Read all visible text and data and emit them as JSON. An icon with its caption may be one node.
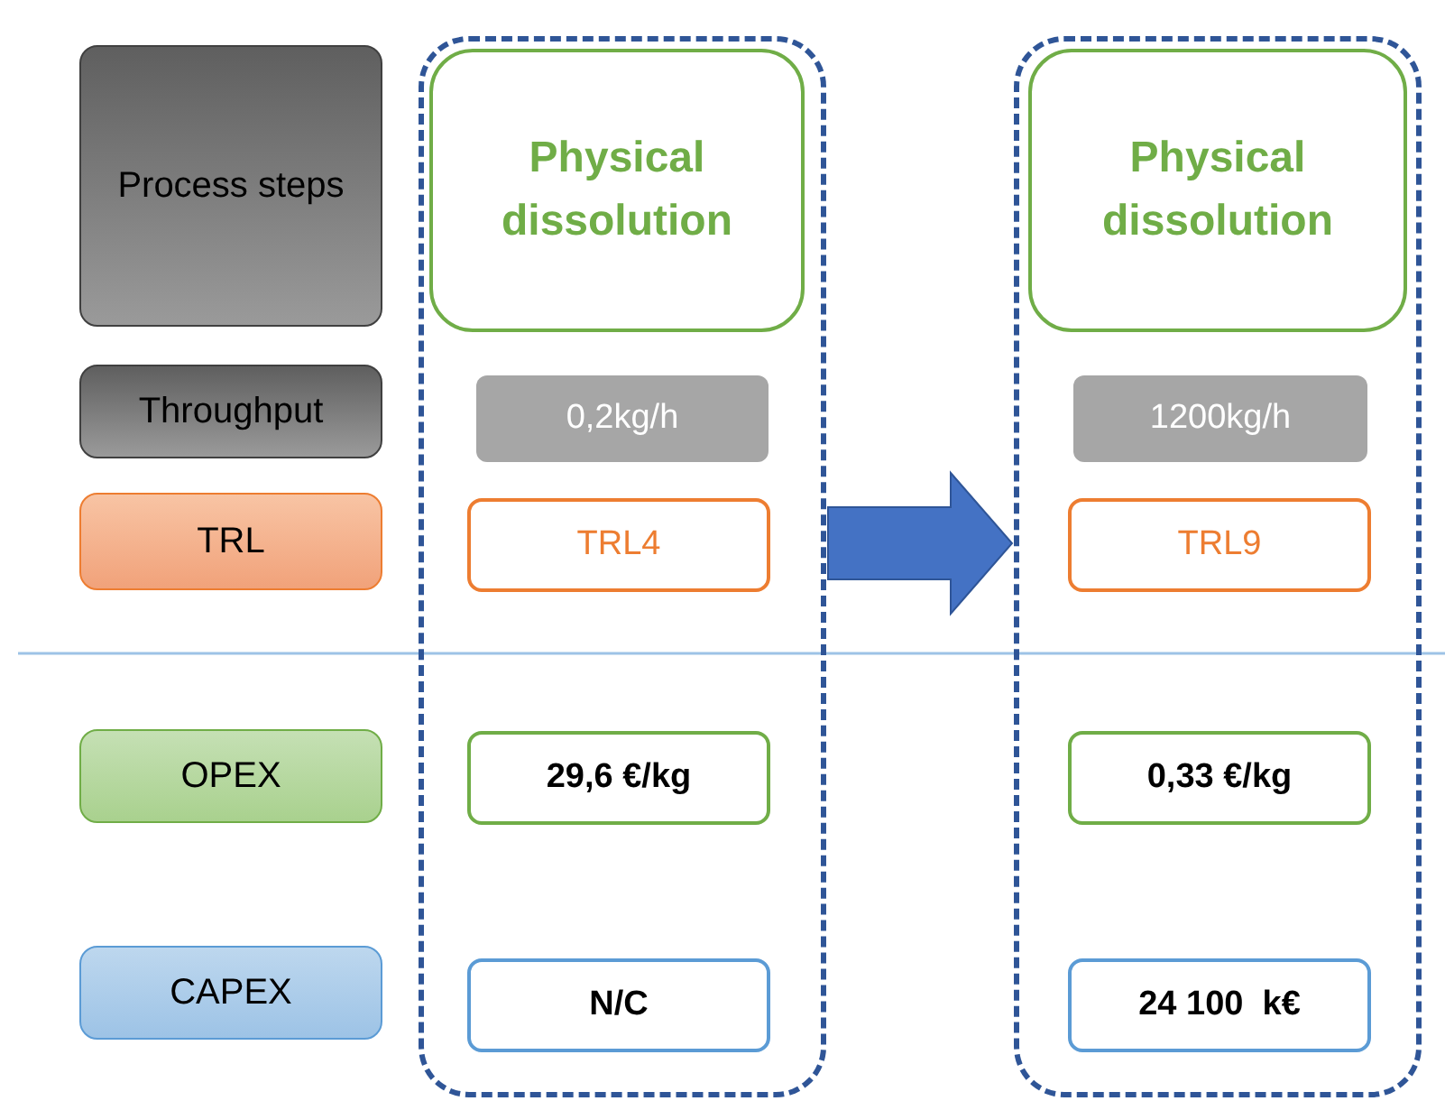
{
  "diagram": {
    "nodes": [
      {
        "text": [
          "Process steps"
        ]
      },
      {
        "text": [
          "Throughput"
        ]
      },
      {
        "text": [
          "TRL"
        ]
      },
      {
        "text": [
          "OPEX"
        ]
      },
      {
        "text": [
          "CAPEX"
        ]
      },
      {
        "text": [],
        "shape": "box"
      },
      {
        "text": [
          "Physical dissolution"
        ],
        "in": 5
      },
      {
        "text": [
          "0,2kg/h"
        ],
        "in": 5
      },
      {
        "text": [
          "TRL4"
        ],
        "in": 5
      },
      {
        "text": [
          "29,6 €/kg"
        ],
        "in": 5
      },
      {
        "text": [
          "N/C"
        ],
        "in": 5
      },
      {
        "text": [],
        "shape": "box"
      },
      {
        "text": [
          "Physical dissolution"
        ],
        "in": 11
      },
      {
        "text": [
          "1200kg/h"
        ],
        "in": 11
      },
      {
        "text": [
          "TRL9"
        ],
        "in": 11
      },
      {
        "text": [
          "0,33 €/kg"
        ],
        "in": 11
      },
      {
        "text": [
          "24 100  k€"
        ],
        "in": 11
      }
    ],
    "edges": [
      {
        "from": 5,
        "to": 11,
        "arrow": "to",
        "style": "thick",
        "color": "#4472c4"
      }
    ]
  }
}
